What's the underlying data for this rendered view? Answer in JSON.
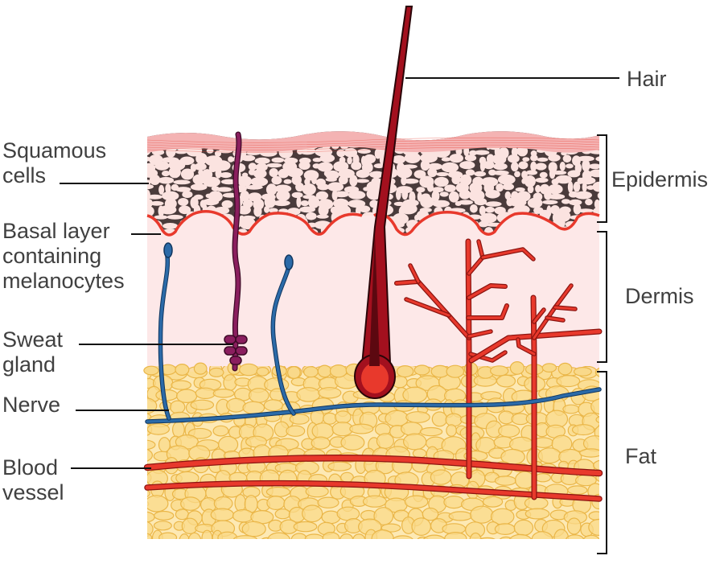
{
  "labels": {
    "squamous": [
      "Squamous",
      "cells"
    ],
    "basal": [
      "Basal layer",
      "containing",
      "melanocytes"
    ],
    "sweat": [
      "Sweat",
      "gland"
    ],
    "nerve": "Nerve",
    "blood": [
      "Blood",
      "vessel"
    ],
    "hair": "Hair",
    "epidermis": "Epidermis",
    "dermis": "Dermis",
    "fat": "Fat"
  },
  "colors": {
    "stratum_corneum": "#f4b3b3",
    "epidermis_fill": "#4a3b3b",
    "epidermis_cells": "#fbe3e0",
    "dermis": "#fde8e8",
    "fat_fill": "#fde9b4",
    "fat_cells": "#f9d98a",
    "fat_cell_stroke": "#eab648",
    "blood": "#e8392c",
    "hair": "#a3101e",
    "nerve": "#2b6aa8",
    "sweat_gland": "#8a1e5e",
    "leader_line": "#111111",
    "text": "#404040"
  },
  "icons": {
    "hair": "hair-shaft-icon",
    "nerve": "nerve-fiber-icon",
    "blood": "blood-vessel-icon",
    "sweat": "sweat-gland-icon"
  }
}
